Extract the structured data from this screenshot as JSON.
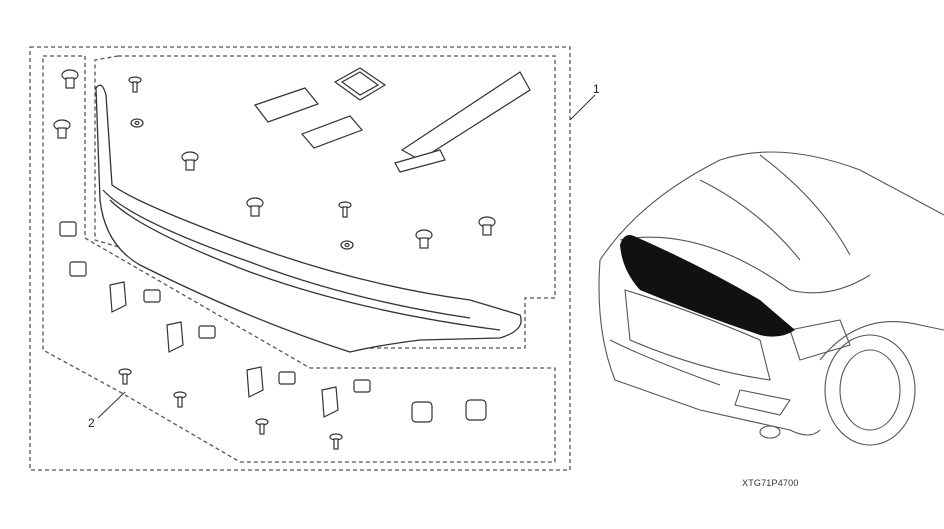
{
  "callouts": [
    {
      "number": "1"
    },
    {
      "number": "2"
    }
  ],
  "diagram_code": "XTG71P4700",
  "colors": {
    "line": "#444444",
    "deflector_installed": "#111111"
  }
}
